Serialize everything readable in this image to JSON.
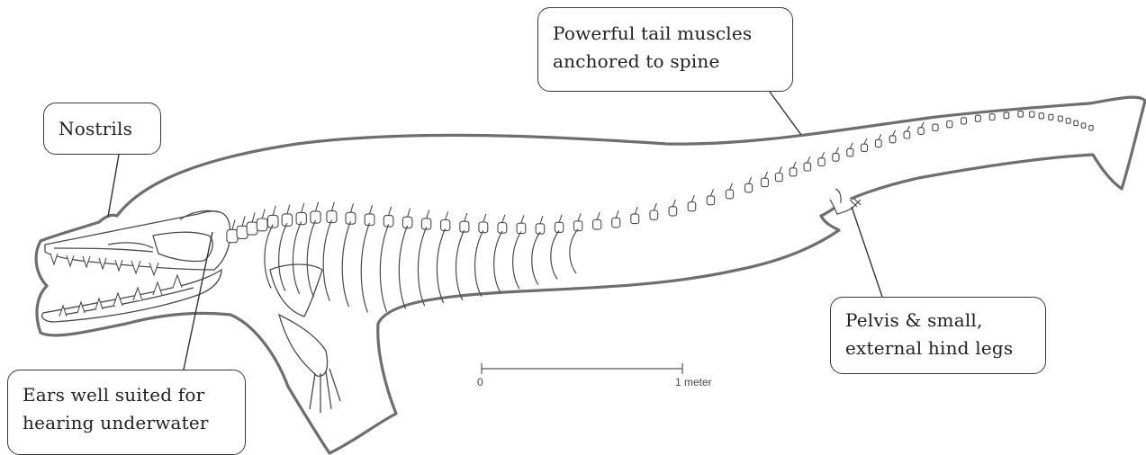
{
  "callouts": {
    "nostrils": {
      "lines": [
        "Nostrils"
      ]
    },
    "tail": {
      "lines": [
        "Powerful tail muscles",
        "anchored to spine"
      ]
    },
    "pelvis": {
      "lines": [
        "Pelvis & small,",
        "external hind legs"
      ]
    },
    "ears": {
      "lines": [
        "Ears well suited for",
        "hearing underwater"
      ]
    }
  },
  "scale_bar": {
    "start_label": "0",
    "end_label": "1 meter"
  },
  "colors": {
    "outline": "#6e6e6e",
    "bone_line": "#4a4a4a",
    "leader": "#333333",
    "bone_fill": "#ffffff"
  }
}
